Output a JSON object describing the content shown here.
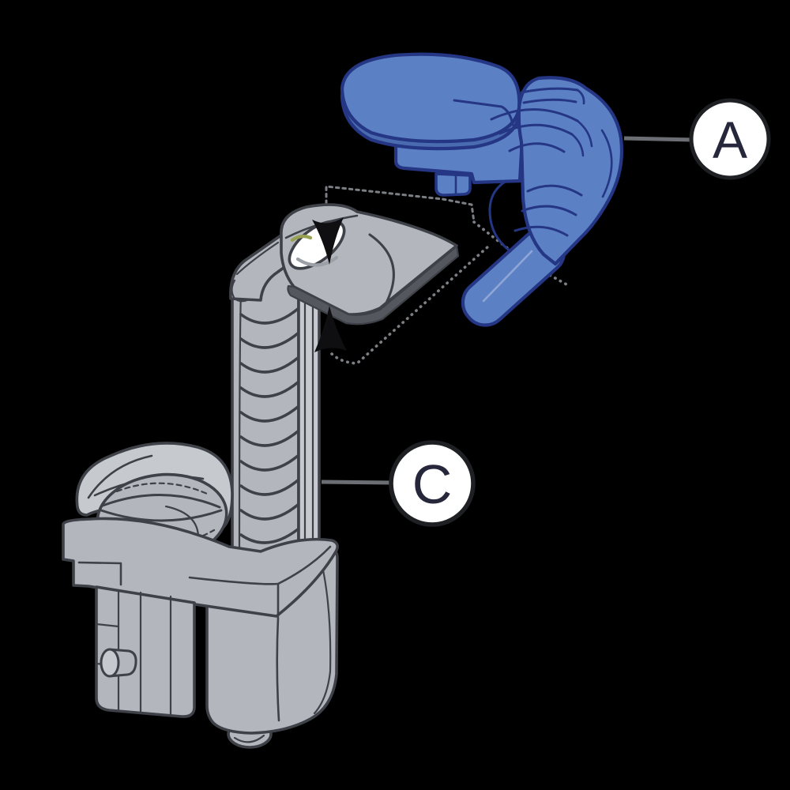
{
  "diagram": {
    "type": "exploded-parts-installation-diagram",
    "background": "#ffffff",
    "callouts": [
      {
        "label": "A"
      },
      {
        "label": "C"
      }
    ],
    "indicators": {
      "insertion_arrows": [
        "down",
        "up"
      ],
      "guide_style": "dotted"
    },
    "palette": {
      "part_a_fill": "#5c80c4",
      "part_a_shade": "#4a6bb0",
      "part_a_outline": "#243684",
      "part_a_highlight": "#8fa6d6",
      "gray_fill": "#b3b6bc",
      "gray_light": "#c6c9ce",
      "gray_shade": "#9b9fa6",
      "gray_dark_edge": "#54575d",
      "gray_outline": "#3e4147",
      "arrow": "#0f0f12",
      "guide": "#7b7e83",
      "leader": "#6b6e72",
      "callout_ring": "#1f2024",
      "callout_text": "#26273b",
      "hole_glint": "#98a052"
    }
  }
}
